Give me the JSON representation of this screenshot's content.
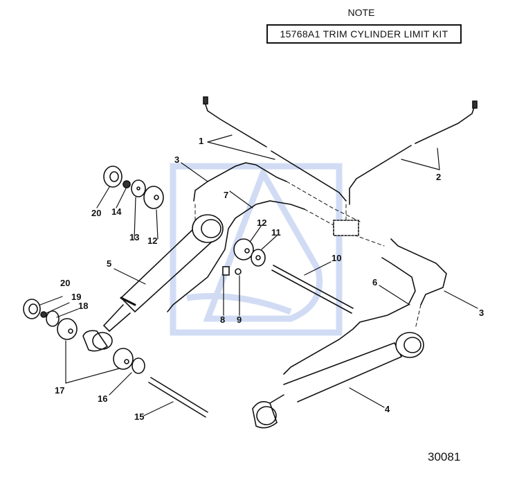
{
  "note": {
    "title": "NOTE",
    "text": "15768A1 TRIM CYLINDER LIMIT KIT"
  },
  "figure_number": "30081",
  "callouts": [
    "1",
    "2",
    "3",
    "3",
    "4",
    "5",
    "6",
    "7",
    "8",
    "9",
    "10",
    "11",
    "12",
    "12",
    "13",
    "14",
    "15",
    "16",
    "17",
    "18",
    "19",
    "20",
    "20"
  ],
  "colors": {
    "line": "#111111",
    "watermark": "#c9d6f2"
  }
}
